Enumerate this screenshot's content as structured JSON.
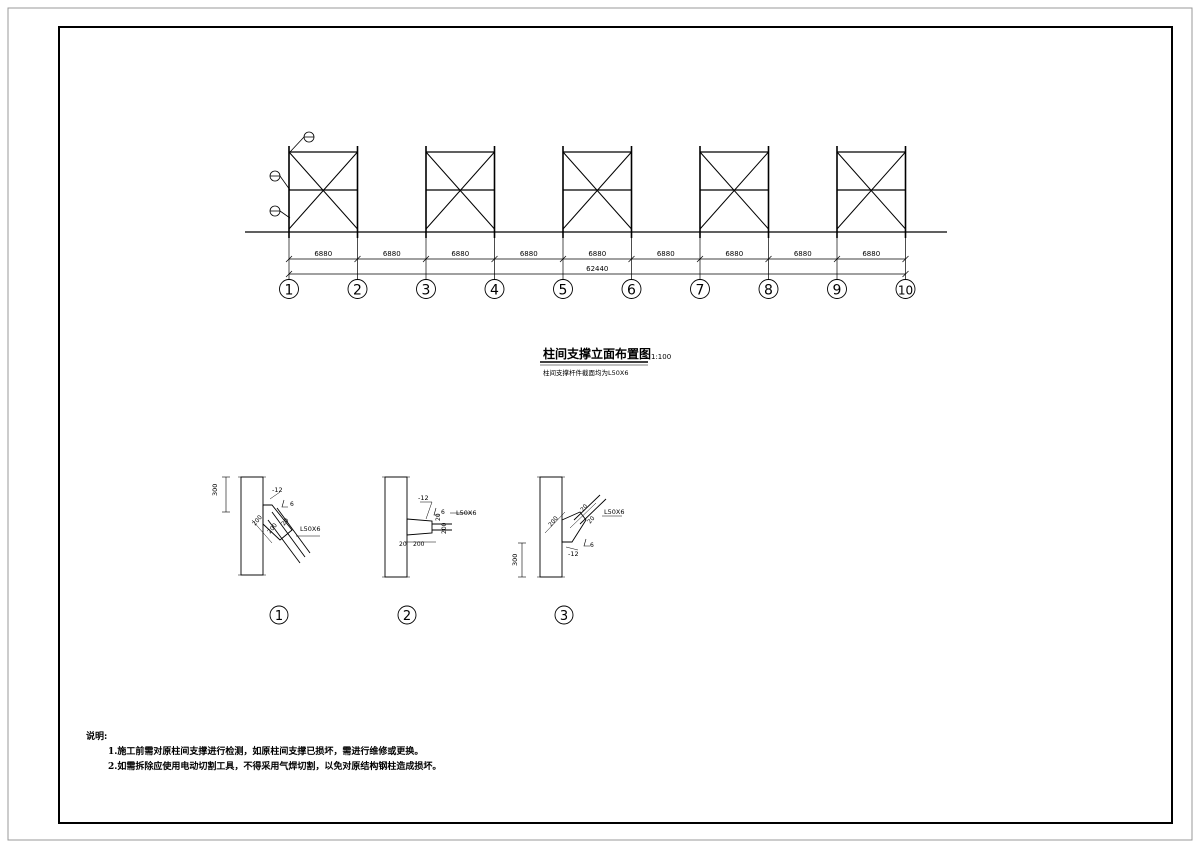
{
  "elevation": {
    "title": "柱间支撑立面布置图",
    "scale": "1:100",
    "subtitle": "柱间支撑杆件截面均为L50X6",
    "axes": [
      "1",
      "2",
      "3",
      "4",
      "5",
      "6",
      "7",
      "8",
      "9",
      "10"
    ],
    "bay_dims": [
      "6880",
      "6880",
      "6880",
      "6880",
      "6880",
      "6880",
      "6880",
      "6880",
      "6880"
    ],
    "total_dim": "62440"
  },
  "details": [
    {
      "id": "1",
      "plate": "-12",
      "weld": "6",
      "section": "L50X6",
      "col_dim": "300",
      "dims": [
        "200",
        "200",
        "20"
      ]
    },
    {
      "id": "2",
      "plate": "-12",
      "weld": "6",
      "section": "L50X6",
      "dims": [
        "20",
        "200",
        "20",
        "200"
      ]
    },
    {
      "id": "3",
      "plate": "-12",
      "weld": "6",
      "section": "L50X6",
      "col_dim": "300",
      "dims": [
        "200",
        "20",
        "20"
      ]
    }
  ],
  "notes": {
    "heading": "说明:",
    "items": [
      "1.施工前需对原柱间支撑进行检测，如原柱间支撑已损坏，需进行维修或更换。",
      "2.如需拆除应使用电动切割工具，不得采用气焊切割，以免对原结构钢柱造成损坏。"
    ]
  }
}
